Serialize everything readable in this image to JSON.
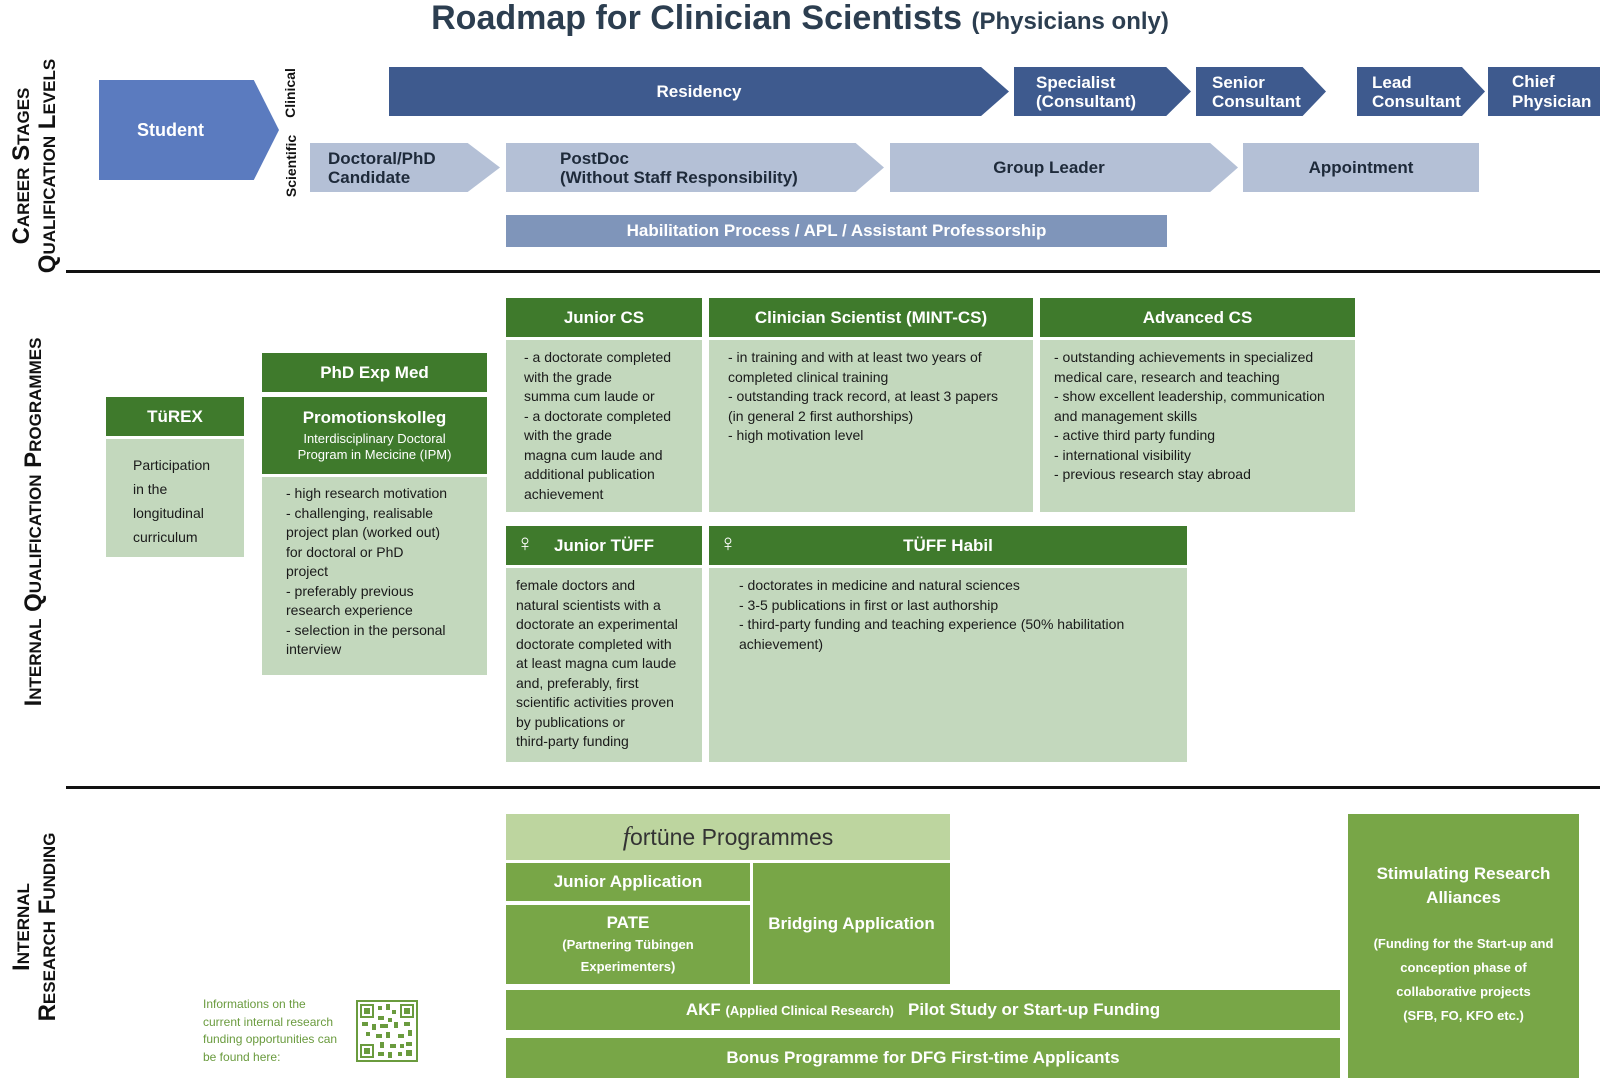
{
  "title": {
    "main": "Roadmap for Clinician Scientists",
    "sub": "(Physicians only)"
  },
  "sections": {
    "career": [
      "Career Stages",
      "Qualification Levels"
    ],
    "programmes": "Internal Qualification Programmes",
    "funding": [
      "Internal",
      "Research Funding"
    ]
  },
  "tracks": {
    "clinical": "Clinical",
    "scientific": "Scientific"
  },
  "career": {
    "student": "Student",
    "residency": "Residency",
    "specialist": [
      "Specialist",
      "(Consultant)"
    ],
    "senior": [
      "Senior",
      "Consultant"
    ],
    "lead": [
      "Lead",
      "Consultant"
    ],
    "chief": [
      "Chief",
      "Physician"
    ],
    "doctoral": [
      "Doctoral/PhD",
      "Candidate"
    ],
    "postdoc": [
      "PostDoc",
      "(Without Staff Responsibility)"
    ],
    "group_leader": "Group Leader",
    "appointment": "Appointment",
    "habilitation": "Habilitation Process / APL / Assistant Professorship"
  },
  "programmes": {
    "turex": {
      "title": "TüREX",
      "lines": [
        "Participation",
        "in the",
        "longitudinal",
        "curriculum"
      ]
    },
    "phd_exp_med": {
      "title": "PhD Exp Med"
    },
    "promotionskolleg": {
      "title": "Promotionskolleg",
      "subtitle": [
        "Interdisciplinary Doctoral",
        "Program in Mecicine (IPM)"
      ],
      "lines": [
        "- high research motivation",
        "- challenging, realisable",
        "project plan (worked out)",
        "for doctoral or PhD",
        "project",
        "- preferably previous",
        "research experience",
        "- selection in the personal",
        "interview"
      ]
    },
    "junior_cs": {
      "title": "Junior CS",
      "lines": [
        "- a doctorate completed",
        "with the grade",
        "summa cum laude or",
        "- a doctorate completed",
        "with the grade",
        "magna cum laude and",
        "additional publication",
        "achievement"
      ]
    },
    "mint_cs": {
      "title": "Clinician Scientist (MINT-CS)",
      "lines": [
        "- in training and with at least two years of",
        "completed clinical training",
        "- outstanding track record, at least 3 papers",
        "(in general 2 first authorships)",
        "- high motivation level"
      ]
    },
    "advanced_cs": {
      "title": "Advanced CS",
      "lines": [
        "- outstanding achievements in specialized",
        "medical care, research and teaching",
        "- show excellent leadership, communication",
        "and management skills",
        "- active third party funding",
        "- international visibility",
        "- previous research stay abroad"
      ]
    },
    "junior_tuff": {
      "title": "Junior TÜFF",
      "symbol": "♀",
      "lines": [
        "female doctors and",
        "natural scientists with a",
        "doctorate an experimental",
        "doctorate completed with",
        "at least magna cum laude",
        "and, preferably, first",
        "scientific activities proven",
        "by publications or",
        "third-party funding"
      ]
    },
    "tuff_habil": {
      "title": "TÜFF Habil",
      "symbol": "♀",
      "lines": [
        "- doctorates in medicine and natural sciences",
        "- 3-5 publications in first or last authorship",
        "- third-party funding and teaching experience  (50% habilitation",
        "achievement)"
      ]
    }
  },
  "funding": {
    "fortune": {
      "italic": "f",
      "rest": "ortüne Programmes"
    },
    "junior_application": "Junior Application",
    "pate": {
      "title": "PATE",
      "sub": [
        "(Partnering Tübingen",
        "Experimenters)"
      ]
    },
    "bridging": "Bridging Application",
    "stimulating": {
      "title": [
        "Stimulating Research",
        "Alliances"
      ],
      "sub": [
        "(Funding for the Start-up and",
        "conception phase of",
        "collaborative projects",
        "(SFB, FO, KFO etc.)"
      ]
    },
    "akf": {
      "bold1": "AKF",
      "small": "(Applied Clinical Research)",
      "bold2": "Pilot Study or Start-up Funding"
    },
    "bonus": "Bonus Programme for DFG First-time Applicants",
    "info": [
      "Informations on the",
      "current internal research",
      "funding opportunities can",
      "be found here:"
    ],
    "qr_icon": "qr-code-icon"
  },
  "colors": {
    "dark_blue": "#3e5a8e",
    "light_blue": "#b4c0d6",
    "student_blue": "#5b7bbf",
    "header_green": "#3f7a2c",
    "body_green": "#c3d8bd",
    "funding_green": "#78a647"
  }
}
